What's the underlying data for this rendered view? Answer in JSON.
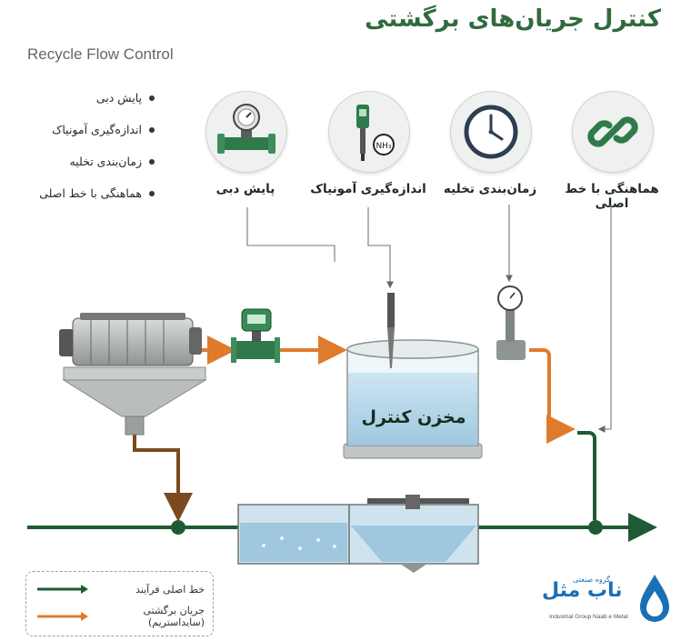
{
  "header": {
    "title": "کنترل جریان‌های برگشتی",
    "subtitle": "Recycle Flow Control"
  },
  "bullets": [
    "پایش دبی",
    "اندازه‌گیری آمونیاک",
    "زمان‌بندی تخلیه",
    "هماهنگی با خط اصلی"
  ],
  "icons": {
    "flow": {
      "label": "پایش دبی",
      "icon": "flowmeter-icon"
    },
    "ammonia": {
      "label": "اندازه‌گیری آمونیاک",
      "icon": "ammonia-probe-icon",
      "badge": "NH₃"
    },
    "timing": {
      "label": "زمان‌بندی تخلیه",
      "icon": "clock-icon"
    },
    "sync": {
      "label": "هماهنگی با خط اصلی",
      "icon": "chain-link-icon"
    }
  },
  "tank": {
    "label": "مخزن کنترل"
  },
  "legend": [
    {
      "label": "خط اصلی فرآیند",
      "color": "#1f5a35"
    },
    {
      "label": "جریان برگشتی (سایداستریم)",
      "color": "#e07b2c"
    }
  ],
  "logo": {
    "top": "گروه صنعتی",
    "name": "ناب‌ مثل",
    "sub": "Industrial Group Naab e Metal"
  },
  "colors": {
    "main_line": "#1f5a35",
    "recycle_line": "#e07b2c",
    "sludge_line": "#7a4a1e",
    "title": "#2f6b3e"
  }
}
